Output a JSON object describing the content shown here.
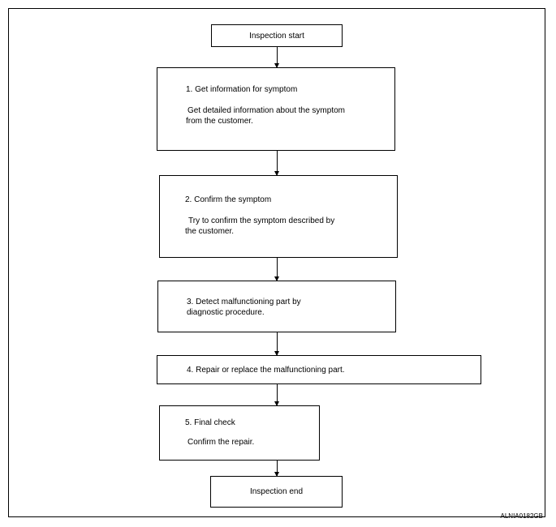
{
  "flowchart": {
    "start": "Inspection start",
    "end": "Inspection end",
    "steps": [
      {
        "title": "1. Get information for symptom",
        "detail": [
          "Get detailed information about the symptom",
          "from the customer."
        ]
      },
      {
        "title": "2. Confirm the symptom",
        "detail": [
          "Try to confirm the symptom described by",
          "the customer."
        ]
      },
      {
        "title": "3. Detect malfunctioning part by",
        "detail": [
          "diagnostic procedure."
        ]
      },
      {
        "title": "4. Repair or replace the malfunctioning part.",
        "detail": []
      },
      {
        "title": "5. Final check",
        "detail": [
          "Confirm the repair."
        ]
      }
    ]
  },
  "figure_code": "ALNIA0182GB"
}
